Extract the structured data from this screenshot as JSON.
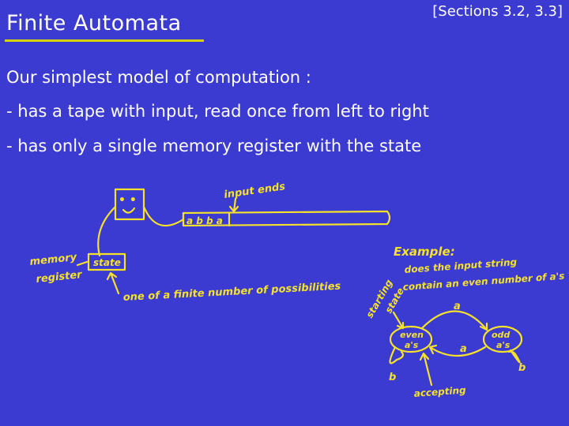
{
  "slide": {
    "title": "Finite Automata",
    "sections": "[Sections 3.2, 3.3]",
    "intro": "Our simplest model of computation :",
    "bullets": [
      "- has a tape with input, read once from left to right",
      "- has only a single memory register with the state"
    ]
  },
  "sketch": {
    "face": "• •\n ∪",
    "tape_symbols": "a b b a",
    "input_ends": "input ends",
    "memory_register": [
      "memory",
      "register"
    ],
    "state": "state",
    "possibilities": "one of a finite number of possibilities"
  },
  "example": {
    "heading": "Example:",
    "question": [
      "does the input string",
      "contain an even number of a's ?"
    ],
    "starting_state": [
      "starting",
      "state"
    ],
    "state_even": [
      "even",
      "a's"
    ],
    "state_odd": [
      "odd",
      "a's"
    ],
    "edge_top": "a",
    "edge_bottom": "a",
    "loop_even": "b",
    "loop_odd": "b",
    "accepting": "accepting",
    "colors": {
      "background": "#3b3bd1",
      "ink": "#f5e12a",
      "rule": "#d4d400"
    }
  }
}
